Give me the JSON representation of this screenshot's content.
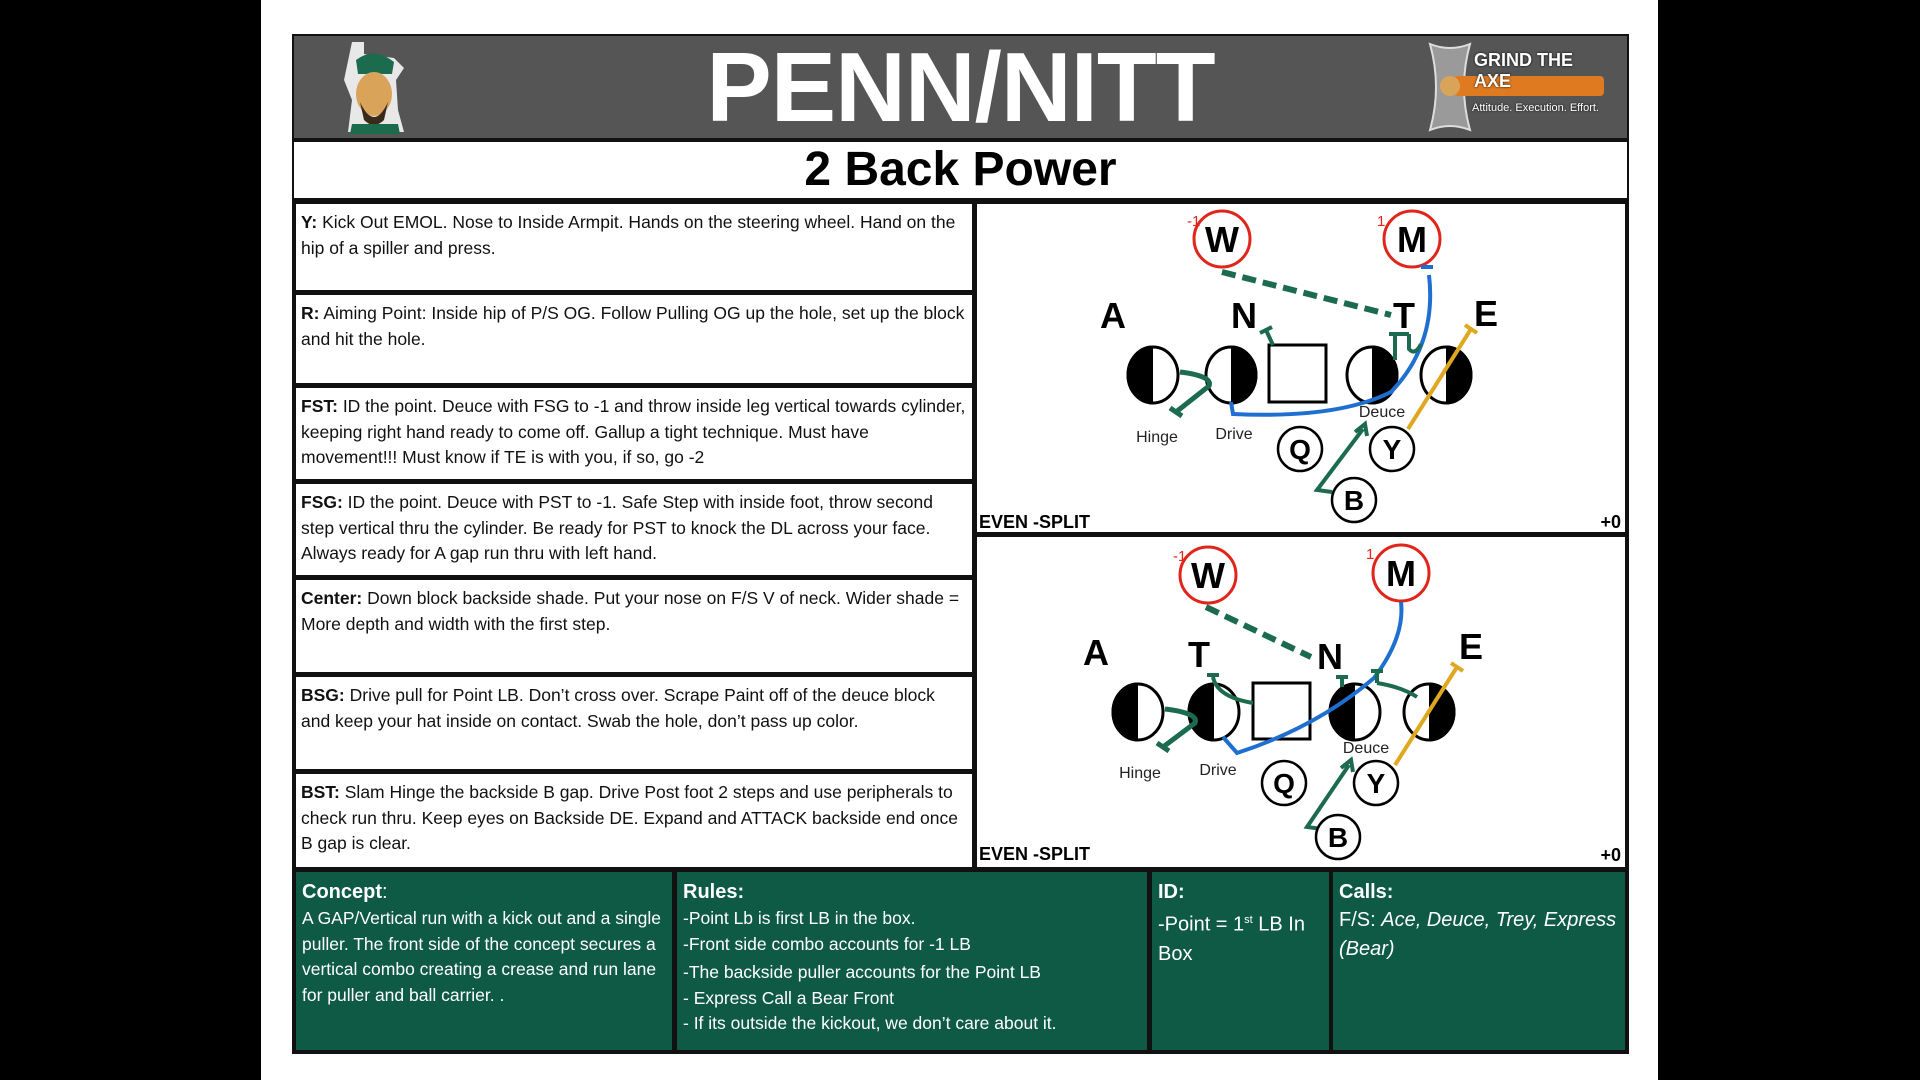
{
  "header": {
    "title": "PENN/NITT",
    "logo_right_text": "GRIND THE AXE",
    "logo_right_tagline": "Attitude. Execution. Effort."
  },
  "subtitle": "2 Back Power",
  "assignments": [
    {
      "label": "Y:",
      "text": " Kick Out EMOL. Nose to Inside Armpit. Hands on the steering wheel. Hand on the hip of a spiller and press."
    },
    {
      "label": "R:",
      "text": "  Aiming Point: Inside hip of P/S OG. Follow Pulling OG up the hole, set up the block and hit the hole."
    },
    {
      "label": "FST:",
      "text": " ID the point. Deuce with FSG to -1 and throw inside leg vertical towards cylinder, keeping right hand ready to come off. Gallup a tight technique. Must have movement!!! Must know if TE is with you, if so, go -2"
    },
    {
      "label": "FSG:",
      "text": "  ID the point. Deuce with PST to -1. Safe Step with inside foot, throw second step vertical thru the cylinder. Be ready for PST to knock the DL across your face. Always ready for A gap run thru with left hand."
    },
    {
      "label": "Center:",
      "text": " Down block backside shade. Put your nose on F/S V of neck. Wider shade = More depth and width with the first step."
    },
    {
      "label": "BSG:",
      "text": " Drive pull for Point LB. Don’t cross over. Scrape Paint off of the deuce block and keep your hat inside on contact.  Swab the hole, don’t pass up color."
    },
    {
      "label": "BST:",
      "text": " Slam Hinge the backside B gap. Drive Post foot 2 steps and use peripherals to check run thru. Keep eyes on Backside DE. Expand and ATTACK backside end once B gap is clear."
    }
  ],
  "diagrams": [
    {
      "front": "EVEN -SPLIT",
      "adjust": "+0",
      "lb_left": "W",
      "lb_left_num": "-1",
      "lb_right": "M",
      "lb_right_num": "1",
      "dl": [
        "A",
        "N",
        "T",
        "E"
      ],
      "backs": [
        "Q",
        "Y",
        "B"
      ],
      "labels": {
        "hinge": "Hinge",
        "drive": "Drive",
        "deuce": "Deuce"
      }
    },
    {
      "front": "EVEN -SPLIT",
      "adjust": "+0",
      "lb_left": "W",
      "lb_left_num": "-1",
      "lb_right": "M",
      "lb_right_num": "1",
      "dl": [
        "A",
        "T",
        "N",
        "E"
      ],
      "backs": [
        "Q",
        "Y",
        "B"
      ],
      "labels": {
        "hinge": "Hinge",
        "drive": "Drive",
        "deuce": "Deuce"
      }
    }
  ],
  "bottom": {
    "concept": {
      "heading": "Concept",
      "colon": ":",
      "text": "A GAP/Vertical run with a kick out and a single puller. The front side of the concept secures a vertical combo creating a crease and run lane for puller and ball carrier. ."
    },
    "rules": {
      "heading": "Rules:",
      "items": [
        "-Point Lb is first LB in the box.",
        "-Front side combo accounts for -1 LB",
        "-The backside puller accounts for the Point LB",
        "- Express Call a Bear Front",
        "- If its outside the kickout, we don’t care about it."
      ]
    },
    "id": {
      "heading": "ID:",
      "pre": "-Point = 1",
      "sup": "st",
      "post": " LB In Box"
    },
    "calls": {
      "heading": "Calls:",
      "prefix": "F/S: ",
      "text": "Ace, Deuce, Trey, Express (Bear)"
    }
  },
  "colors": {
    "green": "#0e5a45",
    "header_gray": "#555555",
    "route_green": "#1d6b4f",
    "pull_blue": "#1f6fd1",
    "kick_yellow": "#e0a820",
    "lb_red": "#e0261b"
  }
}
